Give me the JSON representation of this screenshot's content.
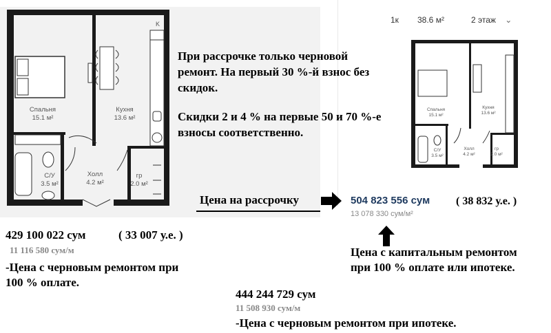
{
  "plan_large": {
    "rooms": {
      "bedroom": {
        "name": "Спальня",
        "area": "15.1 м²"
      },
      "kitchen": {
        "name": "Кухня",
        "area": "13.6 м²"
      },
      "bathroom": {
        "name": "С/У",
        "area": "3.5 м²"
      },
      "hall": {
        "name": "Холл",
        "area": "4.2 м²"
      },
      "wardrobe": {
        "name": "гр",
        "area": "2.0 м²"
      }
    },
    "corner_mark": "K"
  },
  "plan_small": {
    "rooms": {
      "bedroom": {
        "name": "Спальня",
        "area": "15.1 м²"
      },
      "kitchen": {
        "name": "Кухня",
        "area": "13.6 м²"
      },
      "bathroom": {
        "name": "С/У",
        "area": "3.5 м²"
      },
      "hall": {
        "name": "Холл",
        "area": "4.2 м²"
      },
      "wardrobe": {
        "name": "гр",
        "area": "2.0 м²"
      }
    }
  },
  "note": {
    "line1": "При рассрочке только черновой ремонт. На первый 30 %-й взнос без скидок.",
    "line2": "Скидки 2 и 4 % на первые 50 и 70 %-е взносы соответственно."
  },
  "installment_label": "Цена на рассрочку",
  "header": {
    "rooms": "1к",
    "area": "38.6 м²",
    "floor": "2 этаж",
    "dropdown_icon": "chevron-down-icon"
  },
  "installment_price": {
    "total": "504 823 556 сум",
    "usd": "( 38 832 у.е. )",
    "per_m2": "13 078 330 сум/м²"
  },
  "capital_note": {
    "line1": "Цена с капитальным ремонтом",
    "line2": "при 100 % оплате или ипотеке."
  },
  "rough_full": {
    "total": "429 100 022 сум",
    "usd": "( 33 007 у.е. )",
    "per_m2": "11 116 580 сум/м",
    "desc1": "-Цена с черновым ремонтом при",
    "desc2": "100 % оплате."
  },
  "rough_mortgage": {
    "total": "444 244 729 сум",
    "per_m2": "11 508 930 сум/м",
    "desc": "-Цена с черновым ремонтом при ипотеке."
  }
}
